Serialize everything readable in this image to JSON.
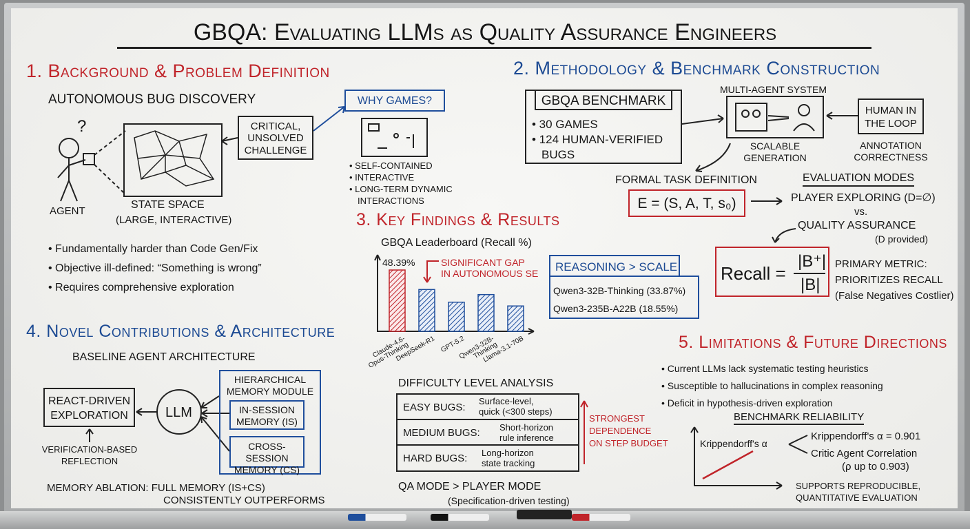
{
  "title": "GBQA: Evaluating LLMs as Quality Assurance Engineers",
  "s1": {
    "heading": "1. Background & Problem Definition",
    "sub": "Autonomous Bug Discovery",
    "question": "?",
    "agent": "Agent",
    "state_space": "State Space",
    "state_space_note": "(Large, Interactive)",
    "challenge": [
      "Critical,",
      "Unsolved",
      "Challenge"
    ],
    "why_games": "Why Games?",
    "games_bullets": [
      "• Self-contained",
      "• Interactive",
      "• Long-term dynamic",
      "interactions"
    ],
    "bullets": [
      "• Fundamentally harder than Code Gen/Fix",
      "• Objective ill-defined: “Something is wrong”",
      "• Requires comprehensive exploration"
    ]
  },
  "s2": {
    "heading": "2. Methodology & Benchmark Construction",
    "benchmark_title": "GBQA Benchmark",
    "benchmark_items": [
      "• 30 Games",
      "• 124 Human-Verified",
      "Bugs"
    ],
    "mas": "Multi-Agent System",
    "mas_caption": [
      "Scalable",
      "Generation"
    ],
    "hitl": [
      "Human in",
      "the Loop"
    ],
    "hitl_caption": [
      "Annotation",
      "Correctness"
    ],
    "formal": "Formal Task Definition",
    "formula": "E = (S, A, T, s₀)",
    "eval_modes": "Evaluation Modes",
    "mode1": "Player Exploring (D=∅)",
    "vs": "vs.",
    "mode2": "Quality Assurance",
    "mode2_note": "(D provided)",
    "recall_lhs": "Recall =",
    "recall_num": "|B⁺|",
    "recall_den": "|B|",
    "metric": [
      "Primary Metric:",
      "Prioritizes Recall",
      "(False Negatives Costlier)"
    ]
  },
  "s3": {
    "heading": "3. Key Findings & Results",
    "gap": [
      "Significant Gap",
      "in Autonomous SE"
    ],
    "reasoning_title": "Reasoning > Scale",
    "reasoning_rows": [
      "Qwen3-32B-Thinking (33.87%)",
      "Qwen3-235B-A22B  (18.55%)"
    ],
    "difficulty_title": "Difficulty Level Analysis",
    "difficulty": [
      {
        "level": "Easy Bugs:",
        "desc": [
          "Surface-level,",
          "quick (<300 steps)"
        ]
      },
      {
        "level": "Medium Bugs:",
        "desc": [
          "Short-horizon",
          "rule inference"
        ]
      },
      {
        "level": "Hard Bugs:",
        "desc": [
          "Long-horizon",
          "state tracking"
        ]
      }
    ],
    "dependence": [
      "Strongest",
      "Dependence",
      "on Step Budget"
    ],
    "qa_mode": "QA Mode > Player Mode",
    "qa_note": "(Specification-driven testing)"
  },
  "chart_data": {
    "type": "bar",
    "title": "GBQA Leaderboard (Recall %)",
    "categories": [
      "Claude-4.6-Opus-Thinking",
      "DeepSeek-R1",
      "GPT-5.2",
      "Qwen3-32B-Thinking",
      "Llama-3.1-70B"
    ],
    "values": [
      48.39,
      33,
      23,
      29,
      20
    ],
    "data_labels": [
      "48.39%"
    ],
    "highlight": [
      true,
      false,
      false,
      false,
      false
    ],
    "ylim": [
      0,
      55
    ],
    "colors": {
      "highlight": "#c0242a",
      "default": "#1f4e9c"
    }
  },
  "s4": {
    "heading": "4. Novel Contributions & Architecture",
    "sub": "Baseline Agent Architecture",
    "react": [
      "ReAct-Driven",
      "Exploration"
    ],
    "llm": "LLM",
    "memory": [
      "Hierarchical",
      "Memory Module"
    ],
    "is": [
      "In-Session",
      "Memory (IS)"
    ],
    "cs": [
      "Cross-Session",
      "Memory (CS)"
    ],
    "reflection": [
      "Verification-Based",
      "Reflection"
    ],
    "ablation": [
      "Memory Ablation: Full Memory (IS+CS)",
      "Consistently Outperforms"
    ]
  },
  "s5": {
    "heading": "5. Limitations & Future Directions",
    "bullets": [
      "• Current LLMs lack systematic testing heuristics",
      "• Susceptible to hallucinations in complex reasoning",
      "• Deficit in hypothesis-driven exploration"
    ],
    "reliability": "Benchmark Reliability",
    "plot_label": "Krippendorff's α",
    "alpha": "Krippendorff's α = 0.901",
    "critic": "Critic Agent Correlation",
    "rho": "(ρ up to 0.903)",
    "supports": [
      "Supports reproducible,",
      "quantitative evaluation"
    ]
  }
}
